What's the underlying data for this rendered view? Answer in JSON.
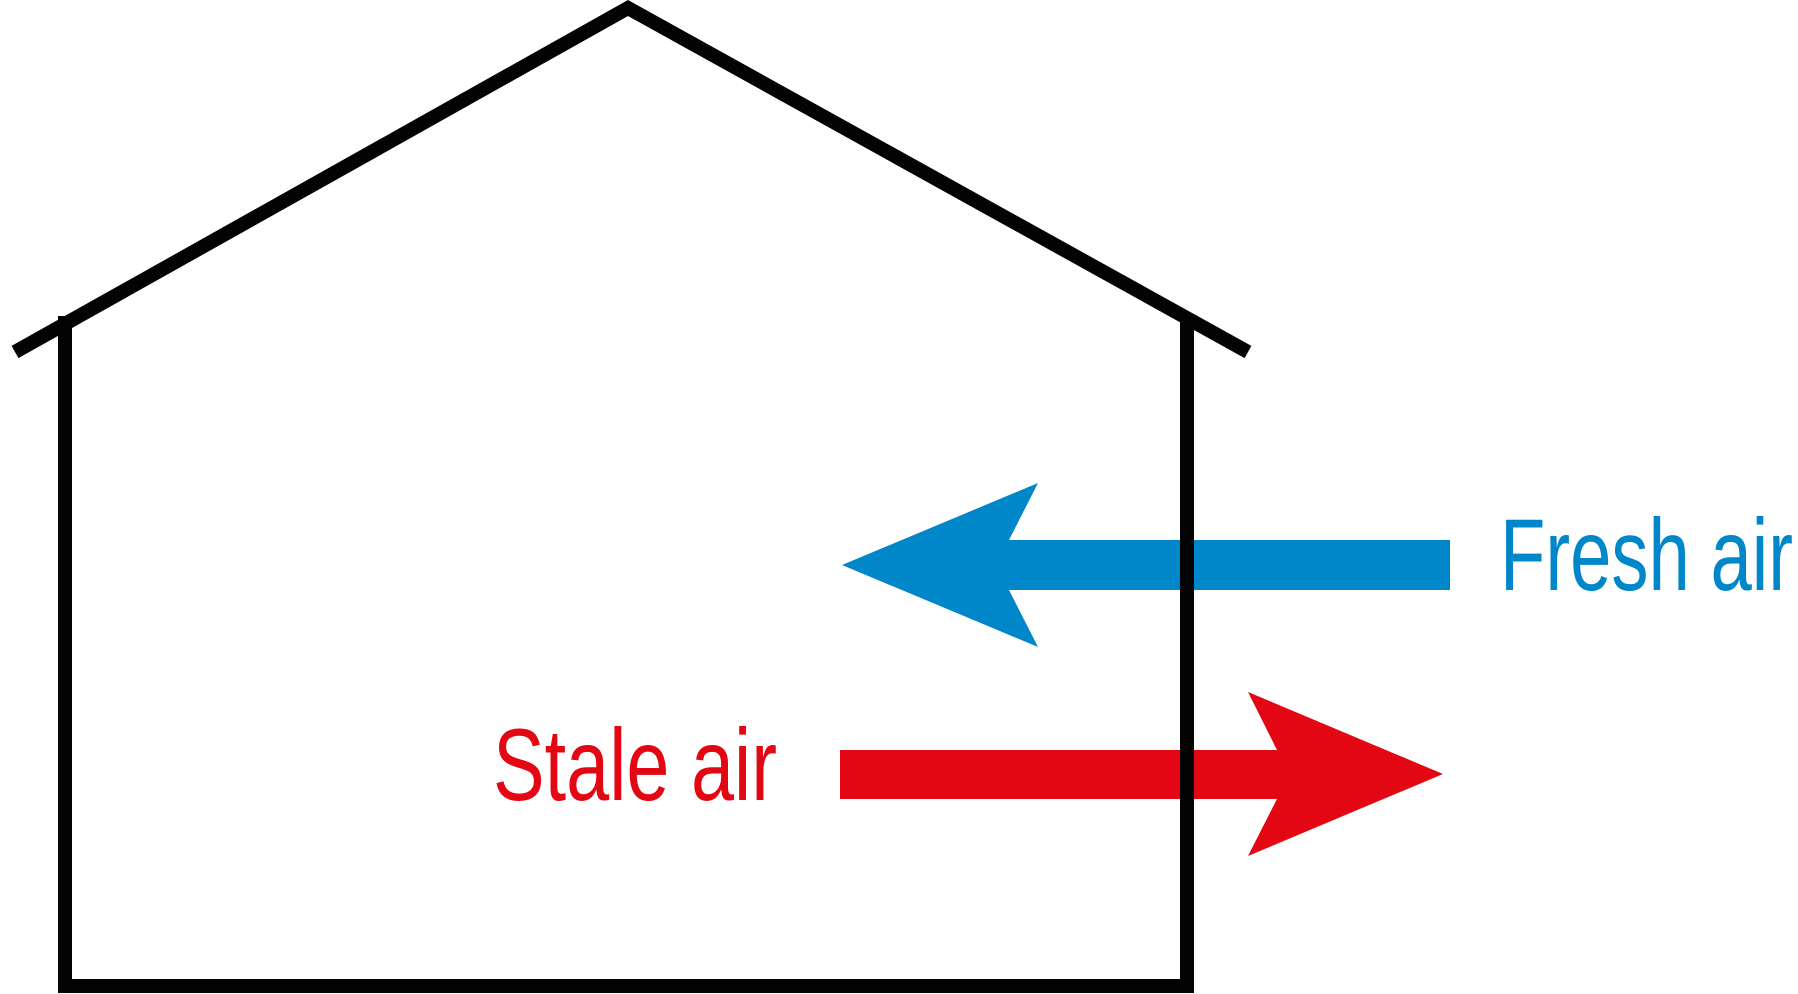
{
  "diagram": {
    "name": "house-ventilation-airflow-diagram",
    "labels": {
      "fresh_air": "Fresh air",
      "stale_air": "Stale air"
    },
    "colors": {
      "fresh_blue": "#0087c9",
      "stale_red": "#e30613",
      "house_outline": "#030303",
      "background": "#ffffff"
    }
  }
}
